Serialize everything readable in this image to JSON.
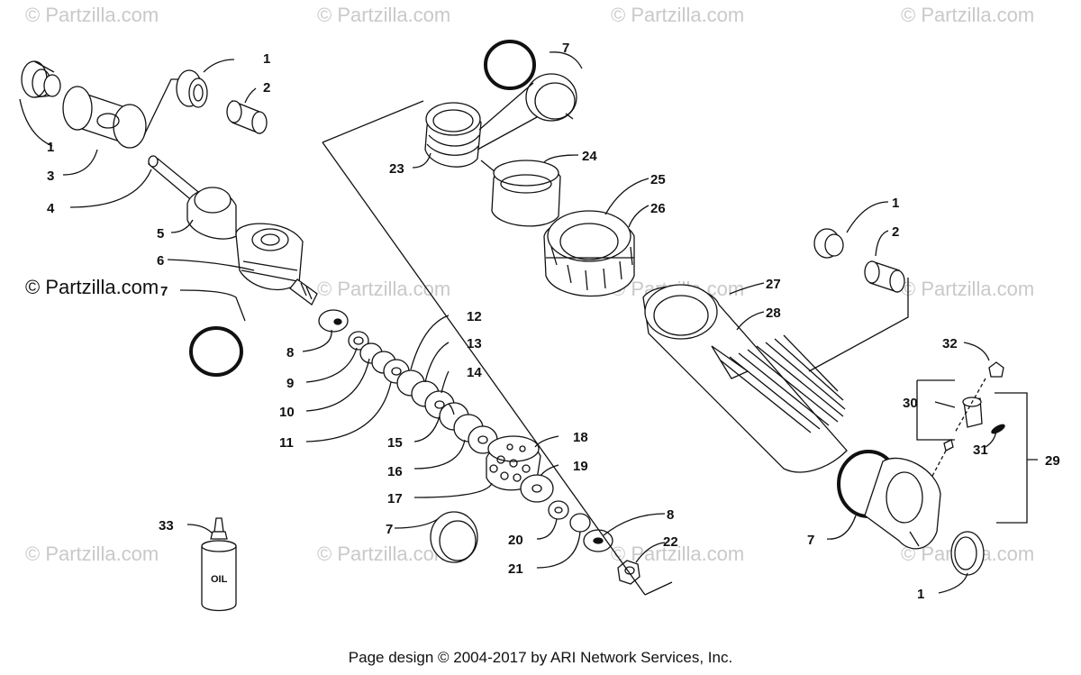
{
  "watermarks": {
    "text": "© Partzilla.com",
    "highlight_text": "© Partzilla.com"
  },
  "footer": "Page design © 2004-2017 by ARI Network Services, Inc.",
  "oil_bottle_label": "OIL",
  "callouts": [
    "1",
    "2",
    "3",
    "4",
    "5",
    "6",
    "7",
    "8",
    "9",
    "10",
    "11",
    "12",
    "13",
    "14",
    "15",
    "16",
    "17",
    "18",
    "19",
    "20",
    "21",
    "22",
    "23",
    "24",
    "25",
    "26",
    "27",
    "28",
    "29",
    "30",
    "31",
    "32",
    "33"
  ],
  "colors": {
    "line": "#111111",
    "watermark": "#c9c9c9",
    "background": "#ffffff"
  }
}
